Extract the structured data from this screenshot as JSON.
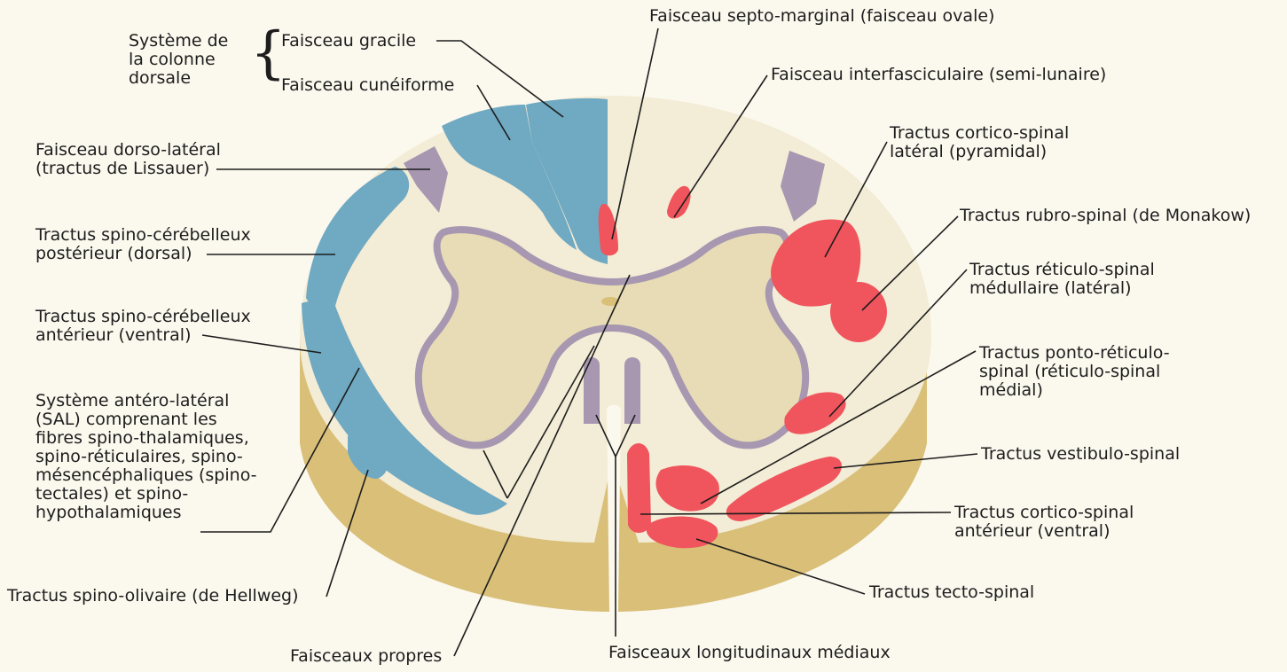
{
  "colors": {
    "background": "#fbf8ee",
    "cord_top": "#f3ecd6",
    "cord_side": "#d9bf78",
    "grey_matter": "#e7dcb5",
    "grey_border": "#a797b1",
    "ascending_tract": "#6fa9c2",
    "descending_tract": "#f0545c",
    "leader_line": "#1d1d1d"
  },
  "labels": {
    "dorsal_system": "Système de\nla colonne\ndorsale",
    "gracile": "Faisceau gracile",
    "cuneiform": "Faisceau cunéiforme",
    "lissauer": "Faisceau dorso-latéral\n(tractus de Lissauer)",
    "post_spinocerebellar": "Tractus spino-cérébelleux\npostérieur (dorsal)",
    "ant_spinocerebellar": "Tractus spino-cérébelleux\nantérieur (ventral)",
    "anterolateral": "Système antéro-latéral\n(SAL) comprenant les\nfibres spino-thalamiques,\nspino-réticulaires, spino-\nmésencéphaliques (spino-\ntectales) et spino-\nhypothalamiques",
    "spino_olivary": "Tractus spino-olivaire (de Hellweg)",
    "proprius": "Faisceaux propres",
    "medial_longitudinal": "Faisceaux longitudinaux médiaux",
    "septomarginal": "Faisceau septo-marginal (faisceau ovale)",
    "interfascicular": "Faisceau interfasciculaire (semi-lunaire)",
    "lat_corticospinal": "Tractus cortico-spinal\nlatéral (pyramidal)",
    "rubrospinal": "Tractus rubro-spinal (de Monakow)",
    "reticulospinal_lat": "Tractus réticulo-spinal\nmédullaire (latéral)",
    "pontoreticulo": "Tractus ponto-réticulo-\nspinal (réticulo-spinal\nmédial)",
    "vestibulospinal": "Tractus vestibulo-spinal",
    "ant_corticospinal": "Tractus cortico-spinal\nantérieur (ventral)",
    "tectospinal": "Tractus tecto-spinal"
  }
}
